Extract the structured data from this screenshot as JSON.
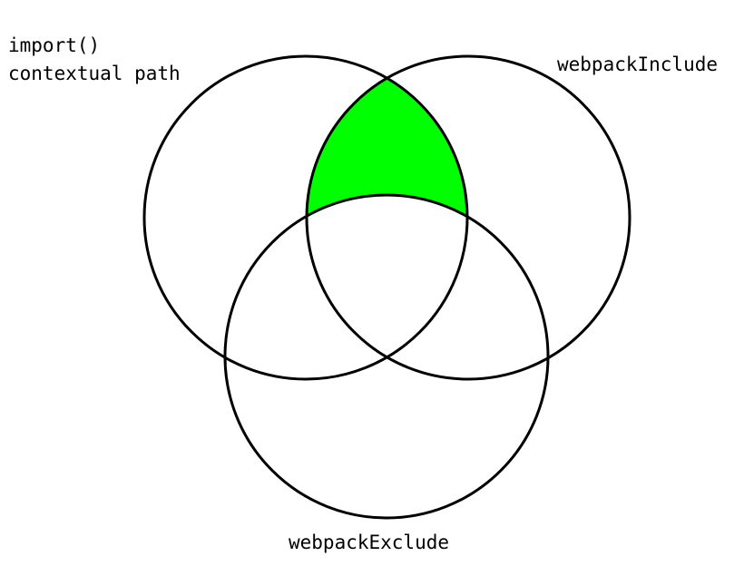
{
  "diagram": {
    "type": "venn",
    "sets": [
      {
        "id": "import",
        "label_lines": [
          "import()",
          "contextual path"
        ]
      },
      {
        "id": "include",
        "label_lines": [
          "webpackInclude"
        ]
      },
      {
        "id": "exclude",
        "label_lines": [
          "webpackExclude"
        ]
      }
    ],
    "highlighted_region": {
      "description_sets_in": [
        "import",
        "include"
      ],
      "description_sets_out": [
        "exclude"
      ],
      "color": "#00ff00"
    },
    "colors": {
      "stroke": "#000000",
      "background": "#ffffff",
      "highlight": "#00ff00"
    }
  }
}
